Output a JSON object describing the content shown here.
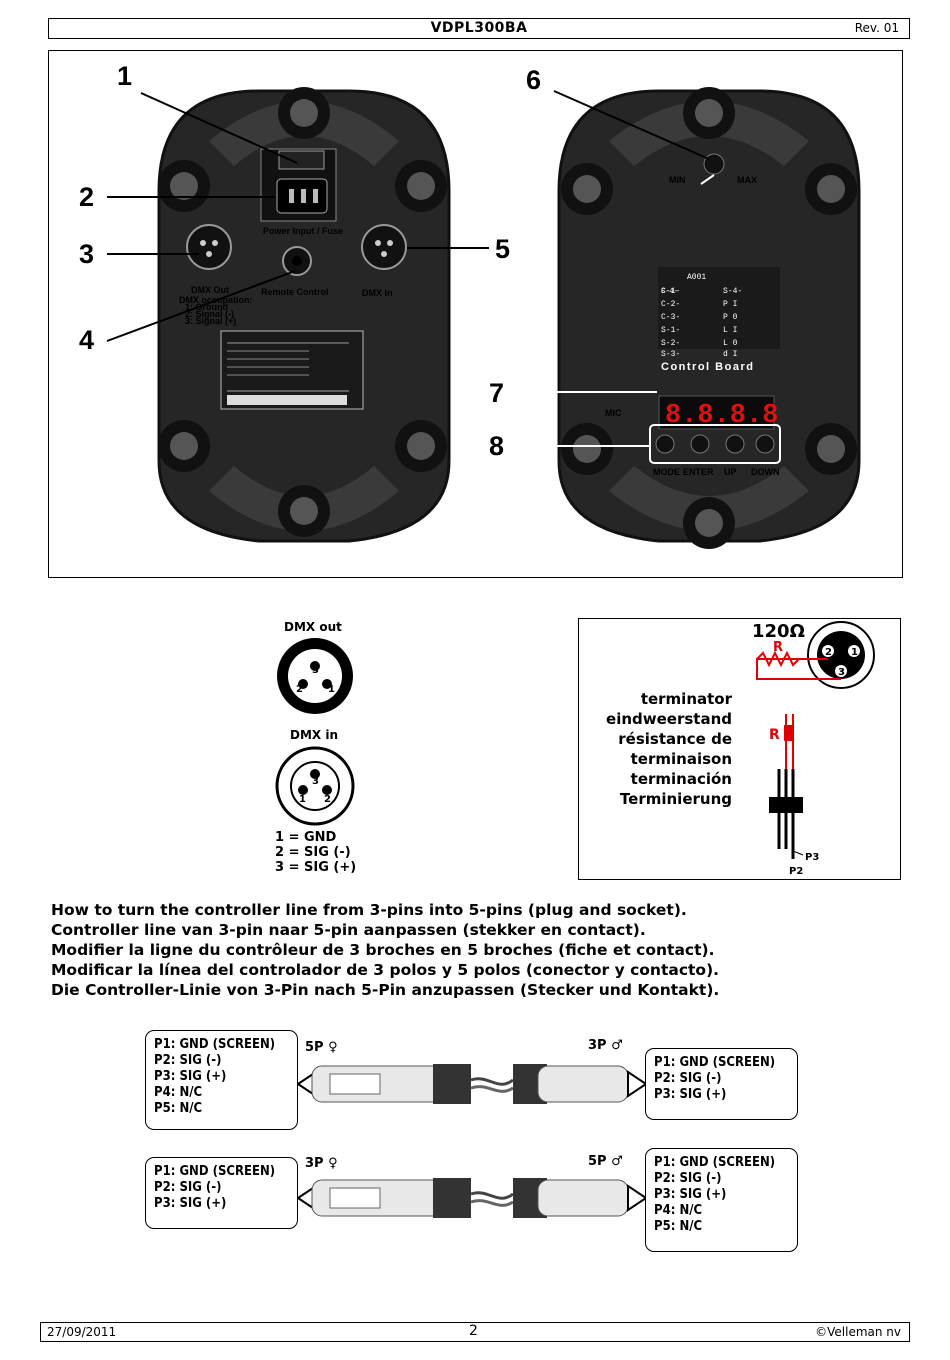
{
  "header": {
    "title": "VDPL300BA",
    "revision": "Rev. 01"
  },
  "photo": {
    "callouts": [
      "1",
      "2",
      "3",
      "4",
      "5",
      "6",
      "7",
      "8"
    ],
    "left_panel": {
      "power_label": "Power Input / Fuse",
      "dmx_out_label": "DMX Out",
      "dmx_occupation": [
        "DMX occupation:",
        "1: Ground",
        "2: Signal (-)",
        "3: Signal (+)"
      ],
      "remote_label": "Remote Control",
      "dmx_in_label": "DMX In"
    },
    "right_panel": {
      "min_label": "MIN",
      "max_label": "MAX",
      "control_board_label": "Control Board",
      "mic_label": "MIC",
      "buttons": [
        "MODE",
        "ENTER",
        "UP",
        "DOWN"
      ],
      "display": "8.8.8.8",
      "menu_top": "A001",
      "menu_left": [
        "C-1-",
        "C-2-",
        "C-3-",
        "S-1-",
        "S-2-",
        "S-3-"
      ],
      "menu_right": [
        "S-4-",
        "P I",
        "P 0",
        "L I",
        "L 0",
        "d I"
      ]
    }
  },
  "dmx_connectors": {
    "out_title": "DMX out",
    "in_title": "DMX in",
    "pins": [
      "1",
      "2",
      "3"
    ],
    "legend": [
      "1 = GND",
      "2 = SIG (-)",
      "3 = SIG (+)"
    ]
  },
  "terminator": {
    "value": "120Ω",
    "resistor_label": "R",
    "pins": [
      "1",
      "2",
      "3"
    ],
    "lines": [
      "terminator",
      "eindweerstand",
      "résistance de",
      "terminaison",
      "terminación",
      "Terminierung"
    ],
    "p3_label": "P3",
    "p2_label": "P2"
  },
  "howto": {
    "lines": [
      "How to turn the controller line from 3-pins into 5-pins (plug and socket).",
      "Controller line van 3-pin naar 5-pin aanpassen (stekker en contact).",
      "Modifier la ligne du contrôleur de 3 broches en 5 broches (fiche et contact).",
      "Modificar la línea del controlador de 3 polos y 5 polos (conector y contacto).",
      "Die Controller-Linie von 3-Pin nach 5-Pin anzupassen (Stecker und Kontakt)."
    ]
  },
  "cables": {
    "cable1": {
      "left_label": "5P ♀",
      "right_label": "3P ♂",
      "left_pins": [
        "P1: GND (SCREEN)",
        "P2: SIG (-)",
        "P3: SIG (+)",
        "P4: N/C",
        "P5: N/C"
      ],
      "right_pins": [
        "P1: GND (SCREEN)",
        "P2: SIG (-)",
        "P3: SIG (+)"
      ]
    },
    "cable2": {
      "left_label": "3P ♀",
      "right_label": "5P ♂",
      "left_pins": [
        "P1: GND (SCREEN)",
        "P2: SIG (-)",
        "P3: SIG (+)"
      ],
      "right_pins": [
        "P1: GND (SCREEN)",
        "P2: SIG (-)",
        "P3: SIG (+)",
        "P4: N/C",
        "P5: N/C"
      ]
    }
  },
  "footer": {
    "date": "27/09/2011",
    "page": "2",
    "copyright": "©Velleman nv"
  }
}
